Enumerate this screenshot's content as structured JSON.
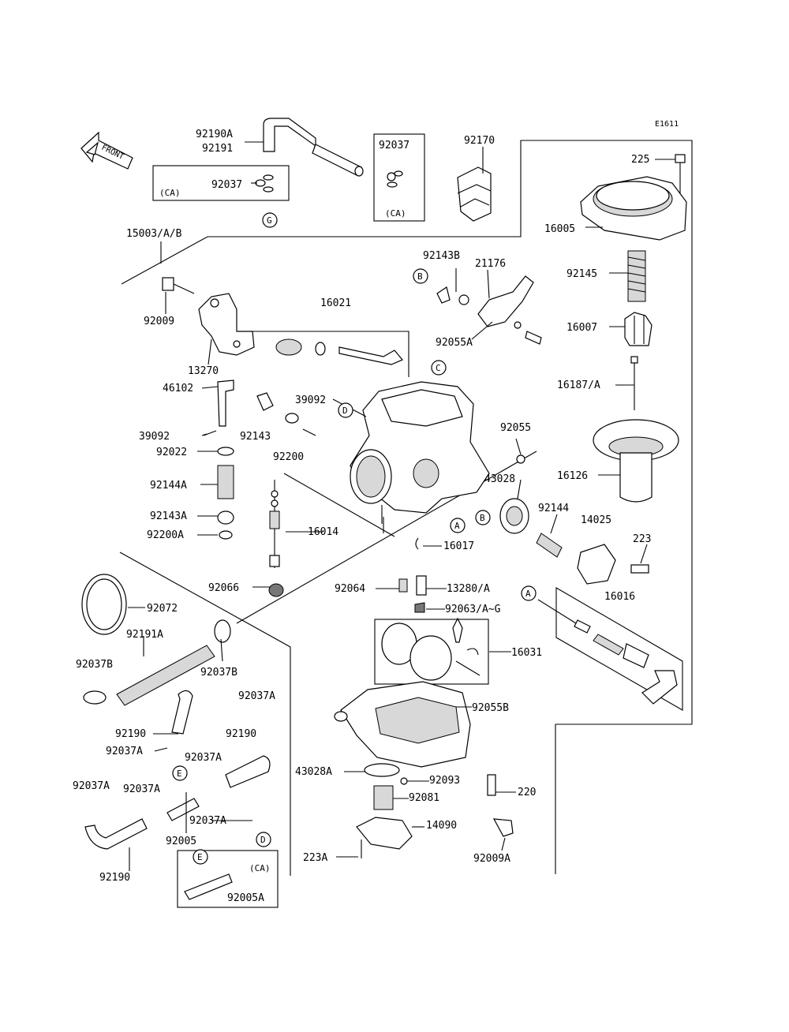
{
  "diagram_code": "E1611",
  "front_label": "FRONT",
  "labels": {
    "p92190A": "92190A",
    "p92191": "92191",
    "p92037_top": "92037",
    "p92037_left": "92037",
    "p92170": "92170",
    "p225": "225",
    "p16005": "16005",
    "p15003": "15003/A/B",
    "p92143B": "92143B",
    "p21176": "21176",
    "p92145": "92145",
    "p16021": "16021",
    "p92009": "92009",
    "p92055A": "92055A",
    "p16007": "16007",
    "p13270": "13270",
    "p16187": "16187/A",
    "p46102": "46102",
    "p39092a": "39092",
    "p39092b": "39092",
    "p92143": "92143",
    "p92055": "92055",
    "p92022": "92022",
    "p92200": "92200",
    "p43028": "43028",
    "p16126": "16126",
    "p92144A": "92144A",
    "p92144": "92144",
    "p14025": "14025",
    "p92143A": "92143A",
    "p92200A": "92200A",
    "p16014": "16014",
    "p16017": "16017",
    "p223": "223",
    "p92066": "92066",
    "p92064": "92064",
    "p13280": "13280/A",
    "p16016": "16016",
    "p92072": "92072",
    "p92063": "92063/A~G",
    "p92191A": "92191A",
    "p16031": "16031",
    "p92037B_l": "92037B",
    "p92037B_r": "92037B",
    "p92037A_r": "92037A",
    "p92055B": "92055B",
    "p92190_a": "92190",
    "p92190_b": "92190",
    "p92037A_1": "92037A",
    "p92037A_2": "92037A",
    "p43028A": "43028A",
    "p92093": "92093",
    "p220": "220",
    "p92037A_3": "92037A",
    "p92037A_4": "92037A",
    "p92081": "92081",
    "p92037A_5": "92037A",
    "p14090": "14090",
    "p92005": "92005",
    "p223A": "223A",
    "p92009A": "92009A",
    "p92190_c": "92190",
    "p92005A": "92005A"
  },
  "variant_tags": {
    "ca1": "(CA)",
    "ca2": "(CA)",
    "ca3": "(CA)"
  },
  "callouts": {
    "g": "G",
    "b1": "B",
    "c1": "C",
    "d1": "D",
    "a1": "A",
    "b2": "B",
    "a2": "A",
    "e1": "E",
    "d2": "D",
    "e2": "E"
  }
}
